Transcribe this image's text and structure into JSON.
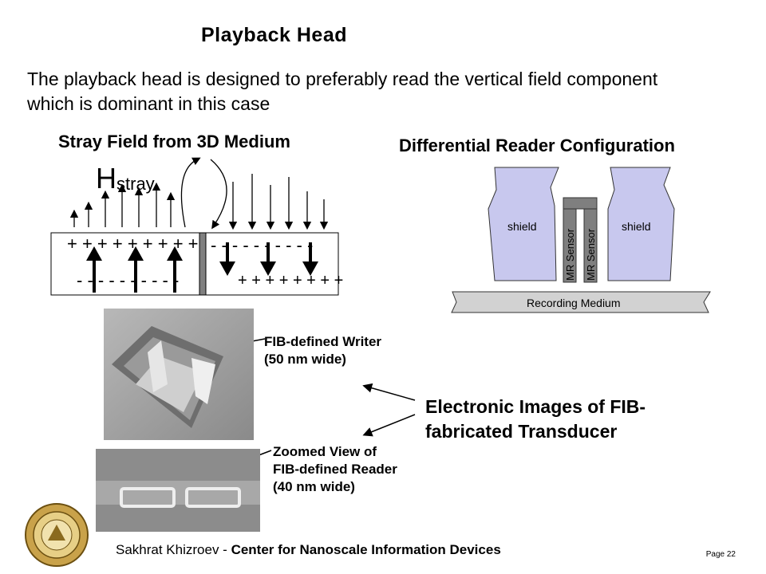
{
  "title": "Playback Head",
  "intro": "The playback head is designed to preferably read the vertical field component which is dominant in this case",
  "stray": {
    "heading": "Stray Field from 3D Medium",
    "h_main": "H",
    "h_sub": "stray",
    "plus_top": "+ + + + + + + + +",
    "minus_top": "- - - - - - - - - -",
    "minus_bottom": "- - - - - - - - - -",
    "plus_bottom": "+ + + + + + + +"
  },
  "reader": {
    "heading": "Differential Reader Configuration",
    "shield_left": "shield",
    "shield_right": "shield",
    "sensor_left": "MR Sensor",
    "sensor_right": "MR Sensor",
    "medium": "Recording Medium",
    "colors": {
      "shield": "#c8c8ee",
      "sensor": "#7f7f7f",
      "medium": "#d2d2d2"
    }
  },
  "images": {
    "writer_label": [
      "FIB-defined Writer",
      "(50 nm wide)"
    ],
    "reader_label": [
      "Zoomed View of",
      "FIB-defined Reader",
      "(40 nm wide)"
    ],
    "caption": [
      "Electronic Images of FIB-",
      "fabricated Transducer"
    ]
  },
  "footer": {
    "author": "Sakhrat Khizroev - ",
    "center": "Center for Nanoscale Information Devices",
    "page": "Page 22"
  }
}
